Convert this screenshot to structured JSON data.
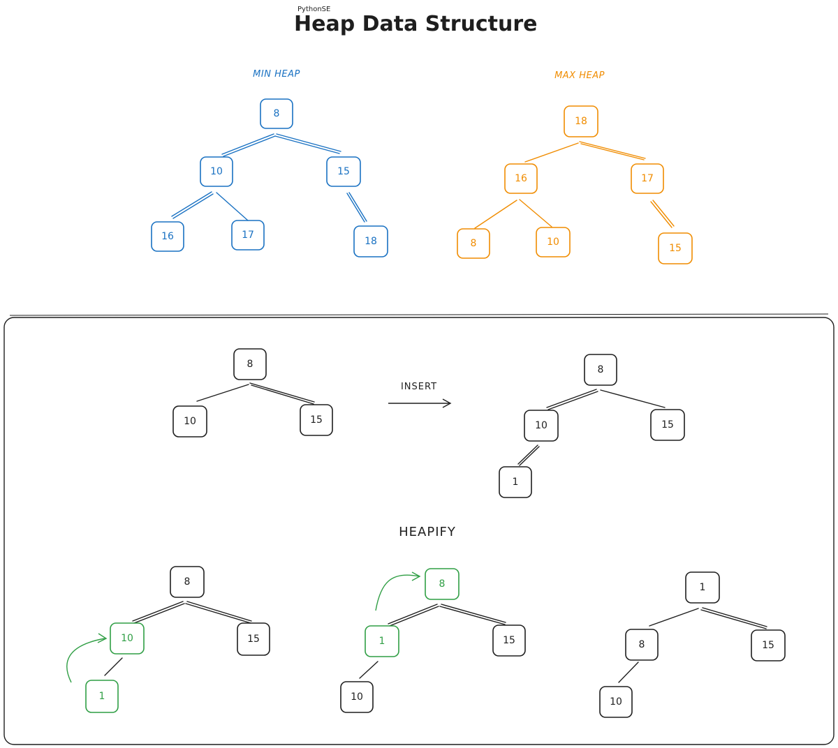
{
  "brand": "PythonSE",
  "title": "Heap Data Structure",
  "colors": {
    "blue": "#1971c2",
    "orange": "#f08c00",
    "black": "#1e1e1e",
    "green": "#2f9e44"
  },
  "min_heap": {
    "label": "MIN HEAP",
    "nodes": [
      "8",
      "10",
      "15",
      "16",
      "17",
      "18"
    ]
  },
  "max_heap": {
    "label": "MAX HEAP",
    "nodes": [
      "18",
      "16",
      "17",
      "8",
      "10",
      "15"
    ]
  },
  "insert": {
    "label": "INSERT",
    "before_nodes": [
      "8",
      "10",
      "15"
    ],
    "after_nodes": [
      "8",
      "10",
      "15",
      "1"
    ]
  },
  "heapify": {
    "label": "HEAPIFY",
    "step1_nodes": [
      "8",
      "10",
      "15",
      "1"
    ],
    "step2_nodes": [
      "8",
      "1",
      "15",
      "10"
    ],
    "step3_nodes": [
      "1",
      "8",
      "15",
      "10"
    ]
  }
}
